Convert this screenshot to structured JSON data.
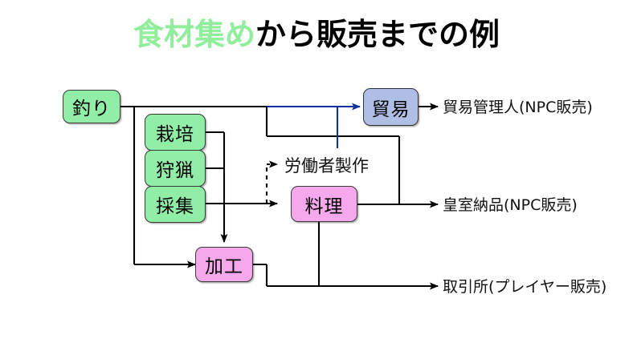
{
  "title": {
    "accent_text": "食材集め",
    "rest_text": "から販売までの例",
    "accent_color": "#90EE9D",
    "rest_color": "#000000"
  },
  "colors": {
    "green_node": "#90EEA6",
    "pink_node": "#F5A9EC",
    "blue_node": "#AFBEE4",
    "node_border": "#3A3A3A",
    "wire": "#000000",
    "blue_wire": "#1F2FA0",
    "background": "#FFFFFF"
  },
  "nodes": {
    "fishing": {
      "label": "釣り",
      "color": "green"
    },
    "cultivation": {
      "label": "栽培",
      "color": "green"
    },
    "hunting": {
      "label": "狩猟",
      "color": "green"
    },
    "gathering": {
      "label": "採集",
      "color": "green"
    },
    "processing": {
      "label": "加工",
      "color": "pink"
    },
    "cooking": {
      "label": "料理",
      "color": "pink"
    },
    "trade": {
      "label": "貿易",
      "color": "blue"
    }
  },
  "annotations": {
    "worker_production": "労働者製作"
  },
  "outputs": [
    {
      "label": "貿易管理人(NPC販売)"
    },
    {
      "label": "皇室納品(NPC販売)"
    },
    {
      "label": "取引所(プレイヤー販売)"
    }
  ]
}
